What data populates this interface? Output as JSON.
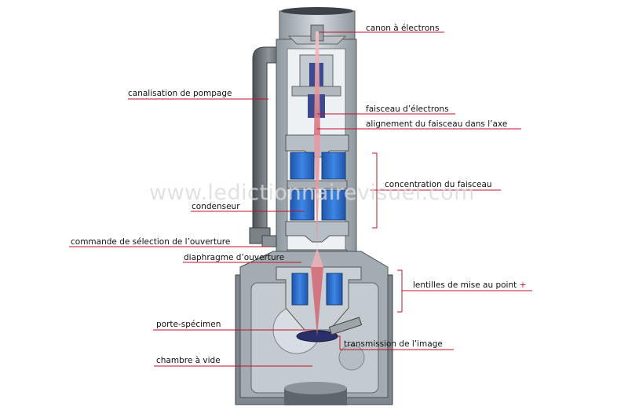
{
  "labels": {
    "canon": "canon à électrons",
    "canalisation": "canalisation de pompage",
    "faisceau": "faisceau d’électrons",
    "alignement": "alignement du faisceau dans l’axe",
    "concentration": "concentration du faisceau",
    "condenseur": "condenseur",
    "commande": "commande de sélection de l’ouverture",
    "diaphragme": "diaphragme d’ouverture",
    "lentilles": "lentilles de mise au point",
    "lentilles_plus": "+",
    "porte": "porte-spécimen",
    "transmission": "transmission de l’image",
    "chambre": "chambre à vide"
  },
  "watermark": "www.ledictionnairevisuel.com",
  "colors": {
    "leader": "#c0122a",
    "body_light": "#c9d0d6",
    "body_mid": "#9aa3ab",
    "body_dark": "#5e666e",
    "coil_blue": "#2d6fcf",
    "beam": "#e8a0a8"
  }
}
